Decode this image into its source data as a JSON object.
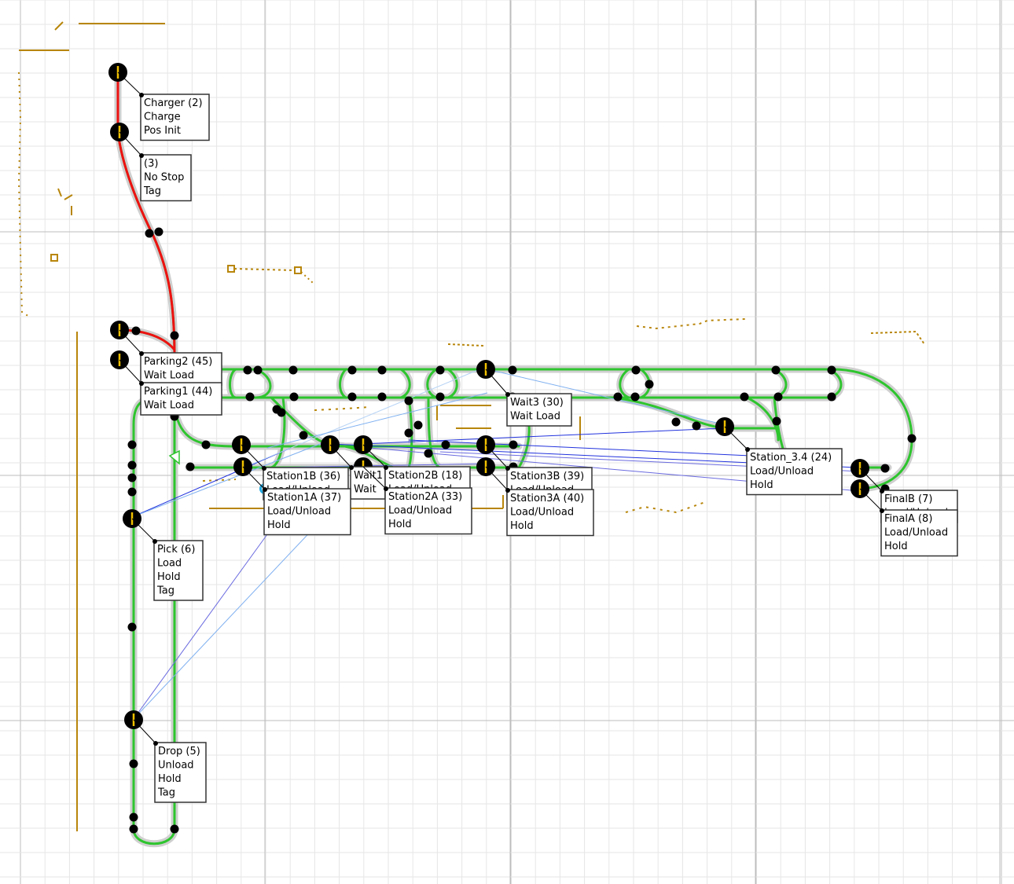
{
  "colors": {
    "grid_minor": "#e6e6e6",
    "grid_major": "#bdbdbd",
    "track_green": "#2ec52e",
    "track_gray": "#cfcfcf",
    "route_red": "#ee1111",
    "obstacle_gold": "#b8860b",
    "link_blue": "#2233dd",
    "link_lightblue": "#7fb0f0",
    "node_black": "#000000",
    "node_marker_yellow": "#f0c000",
    "selected_cyan": "#22a8e0"
  },
  "stations": [
    {
      "id": "charger",
      "lines": [
        "Charger (2)",
        "Charge",
        "Pos Init"
      ]
    },
    {
      "id": "tag3",
      "lines": [
        "(3)",
        "No Stop",
        "Tag"
      ]
    },
    {
      "id": "parking2",
      "lines": [
        "Parking2 (45)",
        "Wait Load"
      ]
    },
    {
      "id": "parking1",
      "lines": [
        "Parking1 (44)",
        "Wait Load"
      ]
    },
    {
      "id": "wait3",
      "lines": [
        "Wait3 (30)",
        "Wait Load"
      ]
    },
    {
      "id": "station34",
      "lines": [
        "Station_3.4 (24)",
        "Load/Unload",
        "Hold"
      ]
    },
    {
      "id": "station1b",
      "lines": [
        "Station1B (36)",
        "Load/Unload"
      ]
    },
    {
      "id": "wait1",
      "lines": [
        "Wait1",
        "Wait"
      ]
    },
    {
      "id": "station2b",
      "lines": [
        "Station2B (18)",
        "Load/Unload"
      ]
    },
    {
      "id": "station3b",
      "lines": [
        "Station3B (39)",
        "Load/Unload"
      ]
    },
    {
      "id": "station1a",
      "lines": [
        "Station1A (37)",
        "Load/Unload",
        "Hold"
      ]
    },
    {
      "id": "station2a",
      "lines": [
        "Station2A (33)",
        "Load/Unload",
        "Hold"
      ]
    },
    {
      "id": "station3a",
      "lines": [
        "Station3A (40)",
        "Load/Unload",
        "Hold"
      ]
    },
    {
      "id": "finalb",
      "lines": [
        "FinalB (7)",
        "Load/Unload"
      ]
    },
    {
      "id": "finala",
      "lines": [
        "FinalA (8)",
        "Load/Unload",
        "Hold"
      ]
    },
    {
      "id": "pick",
      "lines": [
        "Pick (6)",
        "Load",
        "Hold",
        "Tag"
      ]
    },
    {
      "id": "drop",
      "lines": [
        "Drop (5)",
        "Unload",
        "Hold",
        "Tag"
      ]
    }
  ]
}
